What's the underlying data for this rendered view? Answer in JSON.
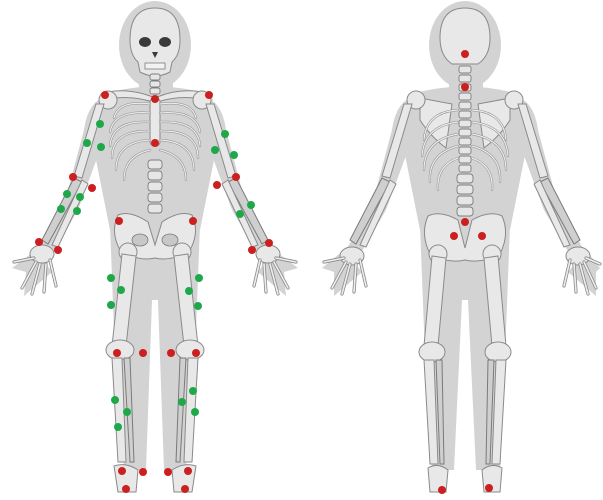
{
  "figure": {
    "views": [
      "front",
      "back"
    ],
    "background_color": "#ffffff",
    "silhouette_color": "#d3d3d3",
    "bone_color": "#e8e8e8",
    "bone_outline_color": "#8a8a8a",
    "marker_colors": {
      "red": "#cc1f1f",
      "green": "#1fa84a"
    }
  },
  "markers": {
    "front_red_count": 24,
    "front_green_count": 24,
    "back_red_count": 7
  }
}
